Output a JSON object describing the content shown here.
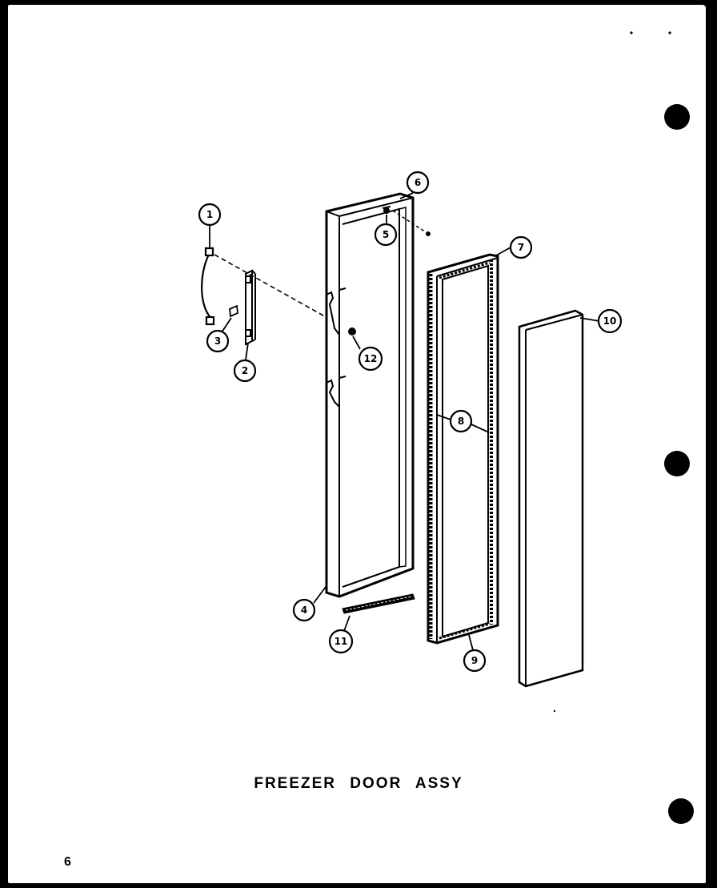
{
  "title": "FREEZER DOOR ASSY",
  "page_number": "6",
  "callouts": [
    "1",
    "2",
    "3",
    "4",
    "5",
    "6",
    "7",
    "8",
    "9",
    "10",
    "11",
    "12"
  ],
  "colors": {
    "ink": "#000000",
    "paper": "#ffffff",
    "background": "#000000"
  }
}
